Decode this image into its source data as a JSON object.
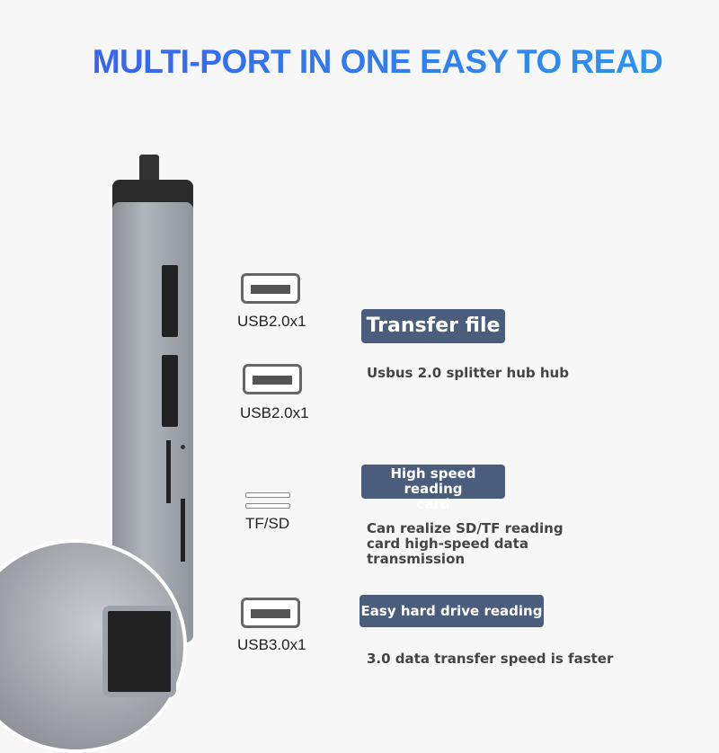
{
  "title": "MULTI-PORT IN ONE EASY TO READ",
  "ports": [
    {
      "label": "USB2.0x1",
      "icon": "usb-port-icon"
    },
    {
      "label": "USB2.0x1",
      "icon": "usb-port-icon"
    },
    {
      "label": "TF/SD",
      "icon": "sd-slot-icon"
    },
    {
      "label": "USB3.0x1",
      "icon": "usb-port-icon"
    }
  ],
  "features": [
    {
      "badge": "Transfer file",
      "desc": "Usbus 2.0 splitter hub hub"
    },
    {
      "badge": "High speed reading card",
      "desc": "Can realize SD/TF reading card high-speed data transmission"
    },
    {
      "badge": "Easy hard drive reading",
      "desc": "3.0 data transfer speed is faster"
    }
  ],
  "colors": {
    "title": "#2e6bf0",
    "badge": "#4a5d7c"
  }
}
